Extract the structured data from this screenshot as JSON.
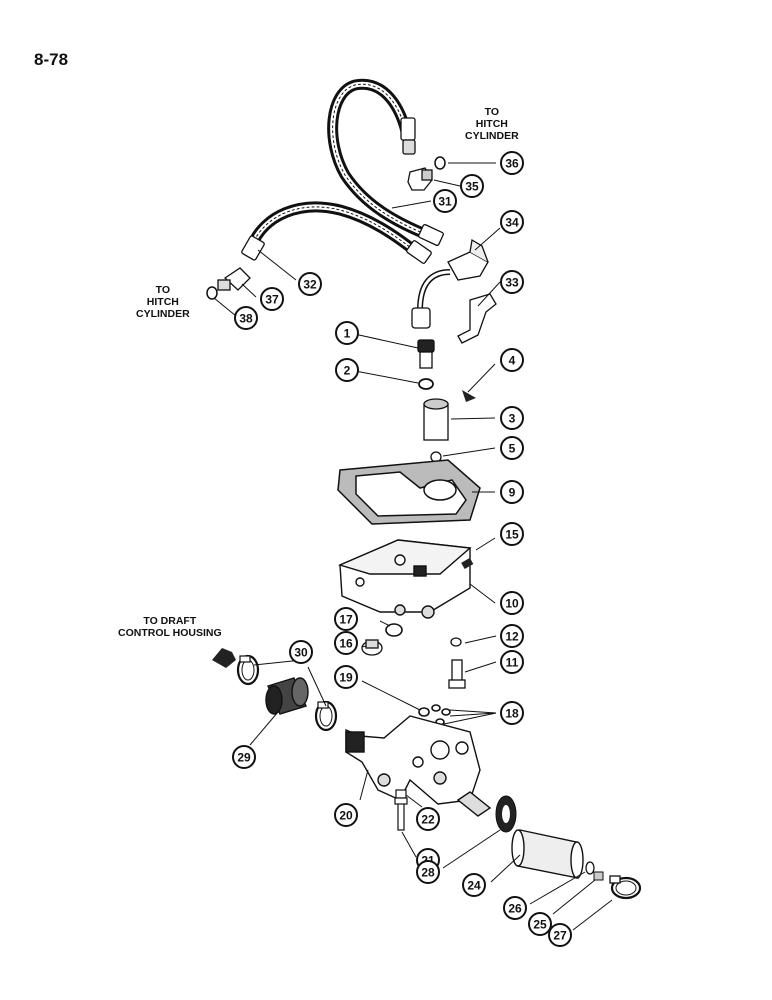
{
  "page_number": "8-78",
  "notes": {
    "hitch_cylinder_top": [
      "TO",
      "HITCH",
      "CYLINDER"
    ],
    "hitch_cylinder_left": [
      "TO",
      "HITCH",
      "CYLINDER"
    ],
    "draft_control": [
      "TO DRAFT",
      "CONTROL HOUSING"
    ]
  },
  "callouts": [
    {
      "id": "callout-1",
      "label": "1"
    },
    {
      "id": "callout-2",
      "label": "2"
    },
    {
      "id": "callout-3",
      "label": "3"
    },
    {
      "id": "callout-4",
      "label": "4"
    },
    {
      "id": "callout-5",
      "label": "5"
    },
    {
      "id": "callout-9",
      "label": "9"
    },
    {
      "id": "callout-10",
      "label": "10"
    },
    {
      "id": "callout-11",
      "label": "11"
    },
    {
      "id": "callout-12",
      "label": "12"
    },
    {
      "id": "callout-15",
      "label": "15"
    },
    {
      "id": "callout-16",
      "label": "16"
    },
    {
      "id": "callout-17",
      "label": "17"
    },
    {
      "id": "callout-18",
      "label": "18"
    },
    {
      "id": "callout-19",
      "label": "19"
    },
    {
      "id": "callout-20",
      "label": "20"
    },
    {
      "id": "callout-21",
      "label": "21"
    },
    {
      "id": "callout-22",
      "label": "22"
    },
    {
      "id": "callout-24",
      "label": "24"
    },
    {
      "id": "callout-25",
      "label": "25"
    },
    {
      "id": "callout-26",
      "label": "26"
    },
    {
      "id": "callout-27",
      "label": "27"
    },
    {
      "id": "callout-28",
      "label": "28"
    },
    {
      "id": "callout-29",
      "label": "29"
    },
    {
      "id": "callout-30",
      "label": "30"
    },
    {
      "id": "callout-31",
      "label": "31"
    },
    {
      "id": "callout-32",
      "label": "32"
    },
    {
      "id": "callout-33",
      "label": "33"
    },
    {
      "id": "callout-34",
      "label": "34"
    },
    {
      "id": "callout-35",
      "label": "35"
    },
    {
      "id": "callout-36",
      "label": "36"
    },
    {
      "id": "callout-37",
      "label": "37"
    },
    {
      "id": "callout-38",
      "label": "38"
    }
  ]
}
